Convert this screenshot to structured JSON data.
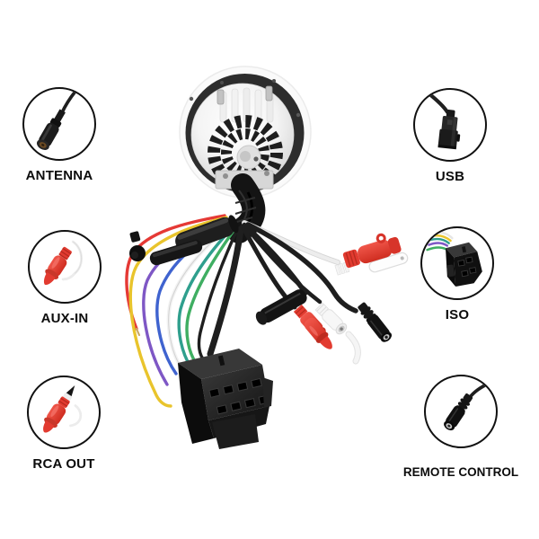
{
  "callouts": {
    "antenna": {
      "label": "ANTENNA",
      "icon": "antenna-plug-icon",
      "side": "left"
    },
    "aux_in": {
      "label": "AUX-IN",
      "icon": "aux-rca-plug-icon",
      "side": "left"
    },
    "rca_out": {
      "label": "RCA OUT",
      "icon": "rca-out-plug-icon",
      "side": "left"
    },
    "usb": {
      "label": "USB",
      "icon": "usb-a-connector-icon",
      "side": "right"
    },
    "iso": {
      "label": "ISO",
      "icon": "iso-block-connector-icon",
      "side": "right"
    },
    "remote_control": {
      "label": "REMOTE CONTROL",
      "icon": "jack-3-5mm-female-icon",
      "side": "right"
    }
  },
  "colors": {
    "callout_border": "#111111",
    "label_text": "#0c0c0c",
    "wire_red": "#e53935",
    "wire_yellow": "#e9c42c",
    "wire_purple": "#7e57c5",
    "wire_blue": "#3f63cf",
    "wire_teal": "#2f9f8d",
    "wire_green": "#3fae62",
    "wire_white": "#f2f2f2",
    "wire_black": "#1f1f1f",
    "connector_red": "#e23b30",
    "device_rim": "#2d2d2d"
  }
}
